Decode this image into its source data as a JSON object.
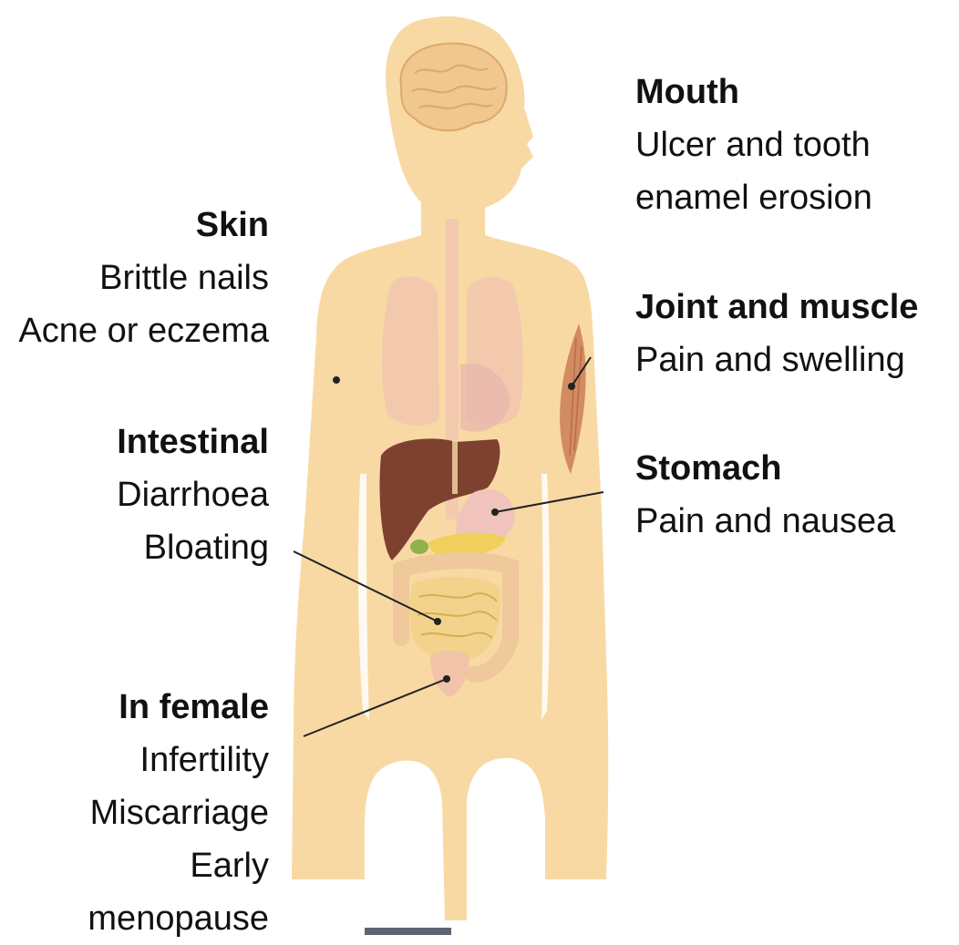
{
  "colors": {
    "skin": "#f8d9a4",
    "brain": "#f0c78e",
    "lungs": "#f2c6b0",
    "liver": "#7e4130",
    "stomach": "#f0c3bc",
    "intestine": "#f3d38b",
    "colon": "#efc89b",
    "muscle": "#d38b62",
    "gall": "#8fb34a",
    "leader_line": "#222222",
    "text": "#111111"
  },
  "labels": {
    "mouth": {
      "title": "Mouth",
      "lines": [
        "Ulcer and tooth",
        "enamel erosion"
      ]
    },
    "skin": {
      "title": "Skin",
      "lines": [
        "Brittle nails",
        "Acne or eczema"
      ]
    },
    "joint": {
      "title": "Joint and muscle",
      "lines": [
        "Pain and swelling"
      ]
    },
    "intestinal": {
      "title": "Intestinal",
      "lines": [
        "Diarrhoea",
        "Bloating"
      ]
    },
    "stomach": {
      "title": "Stomach",
      "lines": [
        "Pain and nausea"
      ]
    },
    "female": {
      "title": "In female",
      "lines": [
        "Infertility",
        "Miscarriage",
        "Early",
        "menopause"
      ]
    }
  }
}
